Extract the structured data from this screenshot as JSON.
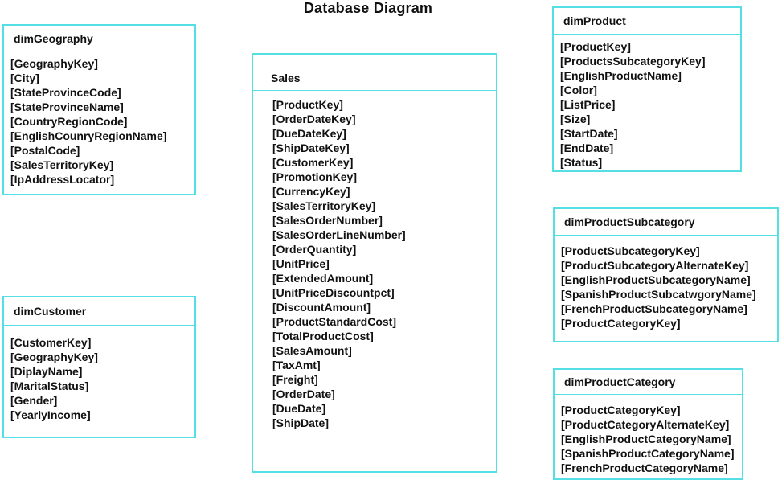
{
  "page": {
    "title": "Database Diagram"
  },
  "colors": {
    "border": "#54dfe4",
    "text": "#111111",
    "background": "#ffffff"
  },
  "tables": [
    {
      "name": "dimGeography",
      "fields": [
        "[GeographyKey]",
        "[City]",
        "[StateProvinceCode]",
        "[StateProvinceName]",
        "[CountryRegionCode]",
        "[EnglishCounryRegionName]",
        "[PostalCode]",
        "[SalesTerritoryKey]",
        "[IpAddressLocator]"
      ]
    },
    {
      "name": "dimCustomer",
      "fields": [
        "[CustomerKey]",
        "[GeographyKey]",
        "[DiplayName]",
        "[MaritalStatus]",
        "[Gender]",
        "[YearlyIncome]"
      ]
    },
    {
      "name": "Sales",
      "fields": [
        "[ProductKey]",
        "[OrderDateKey]",
        "[DueDateKey]",
        "[ShipDateKey]",
        "[CustomerKey]",
        "[PromotionKey]",
        "[CurrencyKey]",
        "[SalesTerritoryKey]",
        "[SalesOrderNumber]",
        "[SalesOrderLineNumber]",
        "[OrderQuantity]",
        "[UnitPrice]",
        "[ExtendedAmount]",
        "[UnitPriceDiscountpct]",
        "[DiscountAmount]",
        "[ProductStandardCost]",
        "[TotalProductCost]",
        "[SalesAmount]",
        "[TaxAmt]",
        "[Freight]",
        "[OrderDate]",
        "[DueDate]",
        "[ShipDate]"
      ]
    },
    {
      "name": "dimProduct",
      "fields": [
        "[ProductKey]",
        "[ProductsSubcategoryKey]",
        "[EnglishProductName]",
        "[Color]",
        "[ListPrice]",
        "[Size]",
        "[StartDate]",
        "[EndDate]",
        "[Status]"
      ]
    },
    {
      "name": "dimProductSubcategory",
      "fields": [
        "[ProductSubcategoryKey]",
        "[ProductSubcategoryAlternateKey]",
        "[EnglishProductSubcategoryName]",
        "[SpanishProductSubcatwgoryName]",
        "[FrenchProductSubcategoryName]",
        "[ProductCategoryKey]"
      ]
    },
    {
      "name": "dimProductCategory",
      "fields": [
        "[ProductCategoryKey]",
        "[ProductCategoryAlternateKey]",
        "[EnglishProductCategoryName]",
        "[SpanishProductCategoryName]",
        "[FrenchProductCategoryName]"
      ]
    }
  ]
}
